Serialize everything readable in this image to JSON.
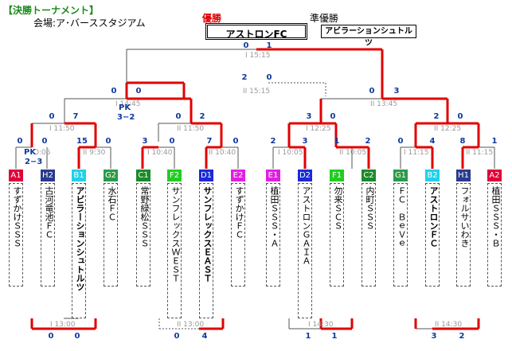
{
  "header": {
    "title": "【決勝トーナメント】",
    "venue": "会場:ア･バーススタジアム",
    "winner_label": "優勝",
    "runner_up_label": "準優勝",
    "winner": "アストロンFC",
    "runner_up": "アビラーションシュトルツ"
  },
  "slots": [
    {
      "code": "A1",
      "color": "#e0003a",
      "text_color": "#ffffff",
      "team": "すずかけＳＳＳ"
    },
    {
      "code": "H2",
      "color": "#2a3a8c",
      "text_color": "#ffffff",
      "team": "古河竜池ＦＣ"
    },
    {
      "code": "B1",
      "color": "#22d0e8",
      "text_color": "#ffffff",
      "team": "アビラーションシュトルツ"
    },
    {
      "code": "G2",
      "color": "#2a9a4a",
      "text_color": "#ffffff",
      "team": "水石ＦＣ"
    },
    {
      "code": "C1",
      "color": "#1a8a2a",
      "text_color": "#ffffff",
      "team": "常野緑松ＳＳＳ"
    },
    {
      "code": "F2",
      "color": "#22cc22",
      "text_color": "#ffffff",
      "team": "サンフレックスＷＥＳＴ"
    },
    {
      "code": "D1",
      "color": "#1a2ad8",
      "text_color": "#ffffff",
      "team": "サンフレックスＥＡＳＴ"
    },
    {
      "code": "E2",
      "color": "#e020e0",
      "text_color": "#ffffff",
      "team": "すずかけＦＣ"
    },
    {
      "code": "E1",
      "color": "#e020e0",
      "text_color": "#ffffff",
      "team": "植田ＳＳＳ・Ａ"
    },
    {
      "code": "D2",
      "color": "#1a2ad8",
      "text_color": "#ffffff",
      "team": "アストロンＧＡＩＡ"
    },
    {
      "code": "F1",
      "color": "#22cc22",
      "text_color": "#ffffff",
      "team": "勿来ＳＣＳ"
    },
    {
      "code": "C2",
      "color": "#1a8a2a",
      "text_color": "#ffffff",
      "team": "内町ＳＳＳ"
    },
    {
      "code": "G1",
      "color": "#2a9a4a",
      "text_color": "#ffffff",
      "team": "ＦＣ　ＢｅＶｅ"
    },
    {
      "code": "B2",
      "color": "#22d0e8",
      "text_color": "#ffffff",
      "team": "アストロンＦＣ"
    },
    {
      "code": "H1",
      "color": "#2a3a8c",
      "text_color": "#ffffff",
      "team": "フォルサいわき"
    },
    {
      "code": "A2",
      "color": "#e0003a",
      "text_color": "#ffffff",
      "team": "植田ＳＳＳ・Ｂ"
    }
  ],
  "round1": {
    "matches": [
      {
        "label": "I 10:05",
        "score_left": "0",
        "score_right": "0",
        "pk": "PK",
        "pk_score": "2−3"
      },
      {
        "label": "II 9:30",
        "score_left": "15",
        "score_right": "0"
      },
      {
        "label": "I 10:40",
        "score_left": "3",
        "score_right": "0"
      },
      {
        "label": "II 10:40",
        "score_left": "7",
        "score_right": "0"
      },
      {
        "label": "I 10:05",
        "score_left": "2",
        "score_right": "3"
      },
      {
        "label": "II 10:05",
        "score_left": "1",
        "score_right": "2"
      },
      {
        "label": "I 11:15",
        "score_left": "0",
        "score_right": "4"
      },
      {
        "label": "II 11:15",
        "score_left": "8",
        "score_right": "1"
      }
    ]
  },
  "qf": [
    {
      "label": "I 11:50",
      "score_left": "0",
      "score_right": "7"
    },
    {
      "label": "II 11:50",
      "score_left": "0",
      "score_right": "2"
    },
    {
      "label": "I 12:25",
      "score_left": "3",
      "score_right": "0"
    },
    {
      "label": "II 12:25",
      "score_left": "2",
      "score_right": "0"
    }
  ],
  "sf": [
    {
      "label": "I 14:45",
      "score_left": "0",
      "score_right": "0",
      "pk": "PK",
      "pk_score": "3−2"
    },
    {
      "label": "II 13:45",
      "score_left": "0",
      "score_right": "3"
    }
  ],
  "semi_final": {
    "label": "II 15:15",
    "score_left": "2",
    "score_right": "0"
  },
  "final": {
    "label": "I 15:15",
    "score_left": "0",
    "score_right": "1"
  },
  "third_round": [
    {
      "label": "I 13:00",
      "score_left": "0",
      "score_right": "0"
    },
    {
      "label": "II 13:00",
      "score_left": "0",
      "score_right": "4"
    },
    {
      "label": "I 14:30",
      "score_left": "1",
      "score_right": "1"
    },
    {
      "label": "II 14:30",
      "score_left": "3",
      "score_right": "2"
    }
  ]
}
